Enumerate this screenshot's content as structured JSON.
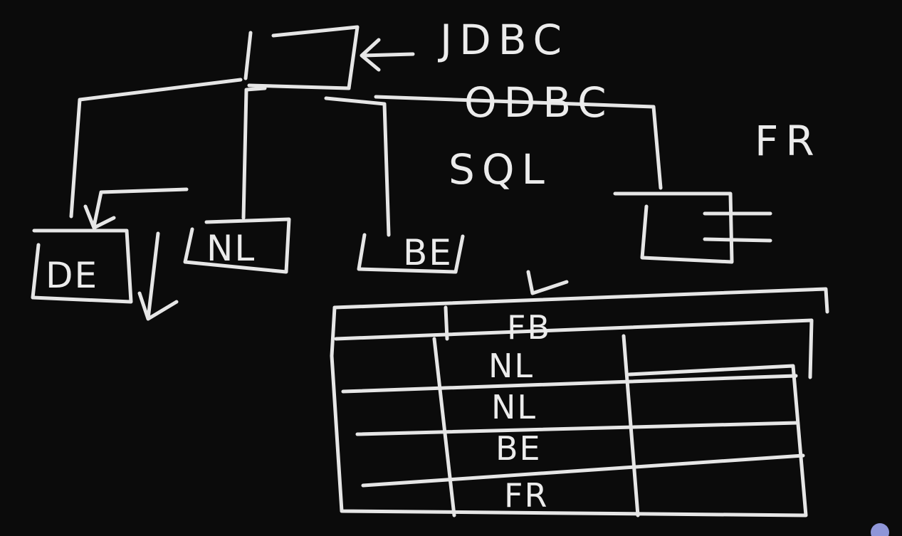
{
  "labels": {
    "top1": "JDBC",
    "top2": "ODBC",
    "top3": "SQL",
    "side": "FR"
  },
  "boxes": [
    "DE",
    "NL",
    "BE"
  ],
  "table": {
    "header": "FB",
    "rows": [
      "NL",
      "NL",
      "BE",
      "FR"
    ]
  },
  "colors": {
    "background": "#0b0b0b",
    "ink": "#e6e6e6"
  }
}
